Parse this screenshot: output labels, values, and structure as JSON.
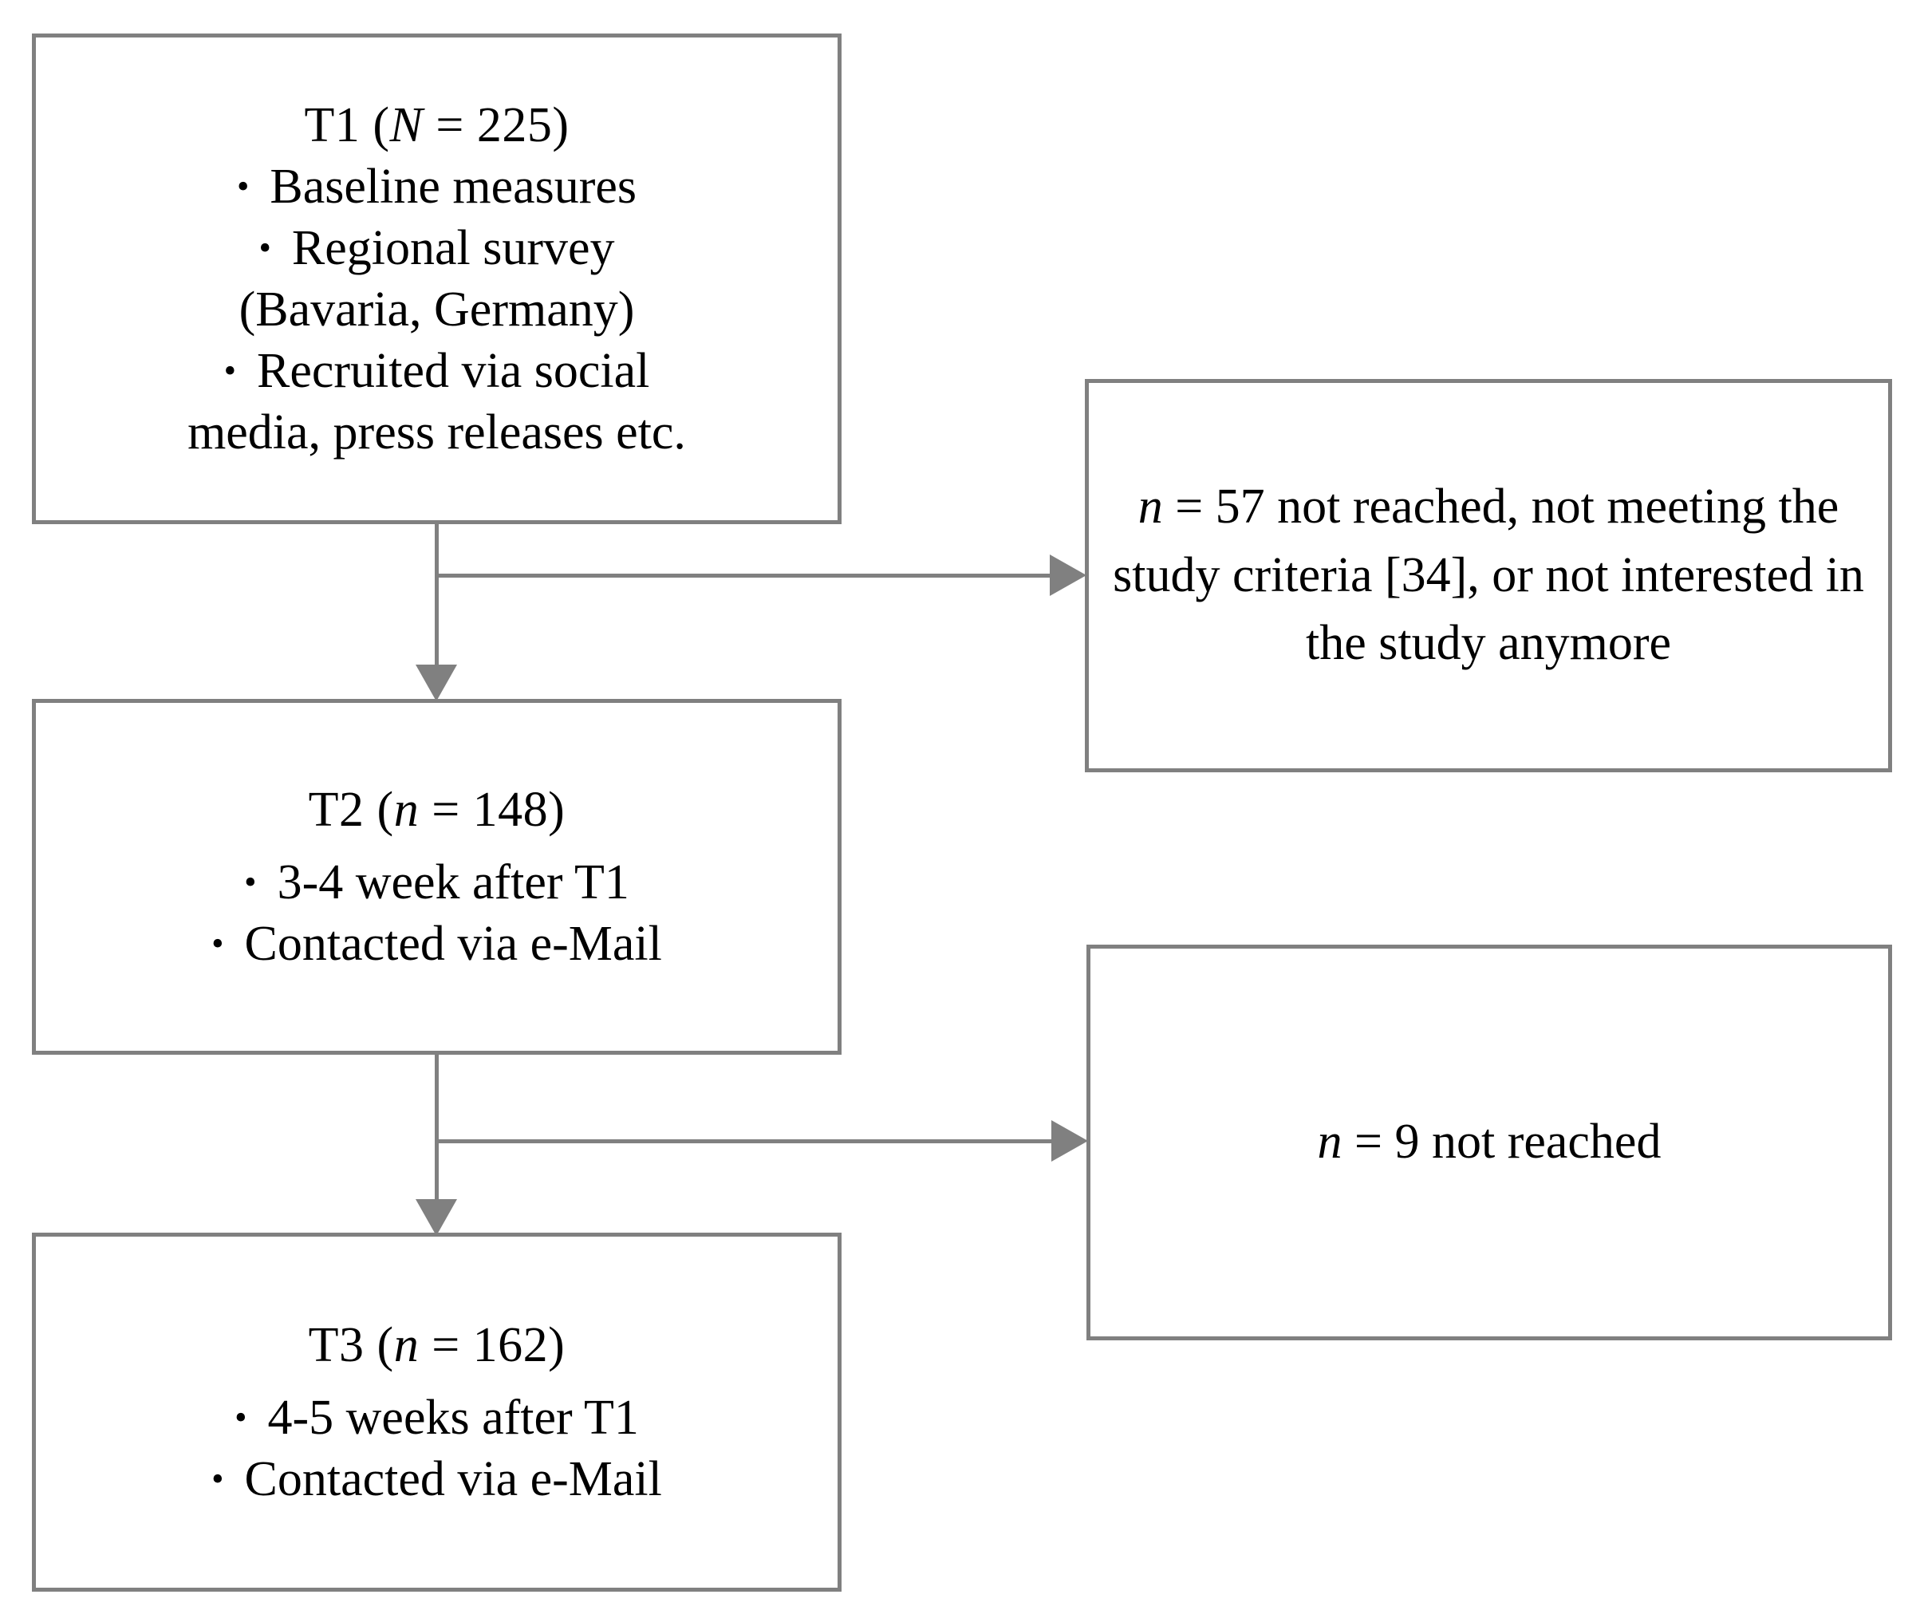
{
  "diagram": {
    "type": "study-flow-chart",
    "border_color": "#808080",
    "text_color": "#000000",
    "background_color": "#ffffff",
    "nodes": {
      "t1": {
        "title_prefix": "T1 (",
        "title_symbol": "N",
        "title_suffix": " = 225)",
        "bullets": [
          {
            "marker": "•",
            "text": "Baseline measures"
          },
          {
            "marker": "•",
            "text": "Regional survey"
          },
          {
            "marker": "",
            "text": "(Bavaria, Germany)"
          },
          {
            "marker": "•",
            "text": "Recruited via social"
          },
          {
            "marker": "",
            "text": "media, press releases etc."
          }
        ]
      },
      "t2": {
        "title_prefix": "T2 (",
        "title_symbol": "n",
        "title_suffix": " = 148)",
        "bullets": [
          {
            "marker": "•",
            "text": "3-4 week after T1"
          },
          {
            "marker": "•",
            "text": "Contacted via e-Mail"
          }
        ]
      },
      "t3": {
        "title_prefix": "T3 (",
        "title_symbol": "n",
        "title_suffix": " = 162)",
        "bullets": [
          {
            "marker": "•",
            "text": "4-5 weeks after T1"
          },
          {
            "marker": "•",
            "text": "Contacted via e-Mail"
          }
        ]
      },
      "dropout_1": {
        "symbol": "n",
        "text": " = 57 not reached, not meeting the study criteria [34], or not interested in the study anymore"
      },
      "dropout_2": {
        "symbol": "n",
        "text": " = 9 not reached"
      }
    },
    "connectors": [
      {
        "name": "t1-to-t2",
        "kind": "vertical-arrow-down"
      },
      {
        "name": "t1-to-dropout-1",
        "kind": "horizontal-arrow-right"
      },
      {
        "name": "t2-to-t3",
        "kind": "vertical-arrow-down"
      },
      {
        "name": "t2-to-dropout-2",
        "kind": "horizontal-arrow-right"
      }
    ]
  }
}
